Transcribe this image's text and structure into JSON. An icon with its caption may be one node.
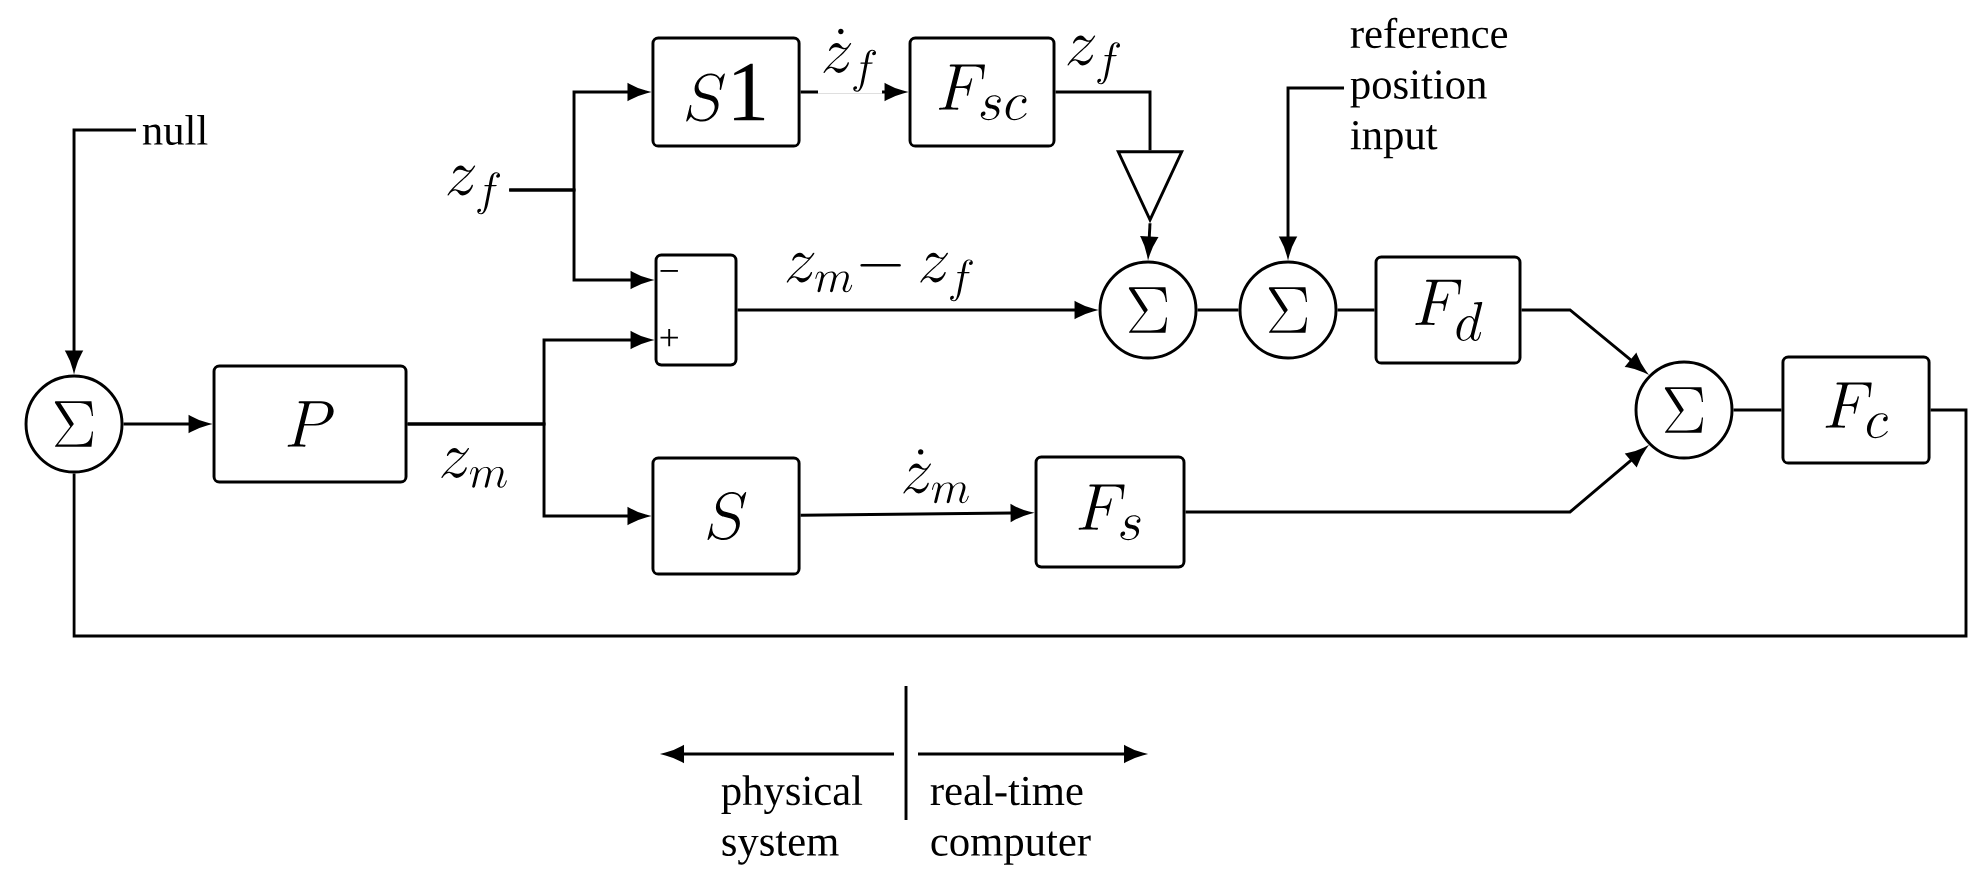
{
  "diagram": {
    "nodes": [
      {
        "text": [
          "\\Sigma"
        ]
      },
      {
        "text": [
          "null"
        ]
      },
      {
        "text": [
          "P"
        ]
      },
      {
        "text": [
          "z_f"
        ]
      },
      {
        "text": [
          "S\\mathrm{1}"
        ]
      },
      {
        "text": [
          "−",
          "+"
        ]
      },
      {
        "text": [
          "F_{sc}"
        ]
      },
      {
        "text": [],
        "shape": "triangle"
      },
      {
        "text": [
          "\\Sigma"
        ]
      },
      {
        "text": [
          "\\Sigma"
        ]
      },
      {
        "text": [
          "reference position input"
        ]
      },
      {
        "text": [
          "F_d"
        ]
      },
      {
        "text": [
          "\\Sigma"
        ]
      },
      {
        "text": [
          "F_c"
        ]
      },
      {
        "text": [
          "S"
        ]
      },
      {
        "text": [
          "F_s"
        ]
      }
    ],
    "edges": [
      {
        "from": 1,
        "to": 0,
        "arrow": "to"
      },
      {
        "from": 0,
        "to": 2,
        "arrow": "to"
      },
      {
        "from": 2,
        "to": 5,
        "arrow": "to",
        "label": "z_m"
      },
      {
        "from": 2,
        "to": 14,
        "arrow": "to"
      },
      {
        "from": 3,
        "to": 4,
        "arrow": "to"
      },
      {
        "from": 3,
        "to": 5,
        "arrow": "to"
      },
      {
        "from": 4,
        "to": 6,
        "arrow": "to",
        "label": "\\dot{z}_f"
      },
      {
        "from": 6,
        "to": 7,
        "arrow": "none",
        "label": "z_f"
      },
      {
        "from": 7,
        "to": 8,
        "arrow": "to"
      },
      {
        "from": 5,
        "to": 8,
        "arrow": "to",
        "label": "z_m{-}\\,z_f"
      },
      {
        "from": 8,
        "to": 9,
        "arrow": "none"
      },
      {
        "from": 10,
        "to": 9,
        "arrow": "to"
      },
      {
        "from": 9,
        "to": 11,
        "arrow": "none"
      },
      {
        "from": 11,
        "to": 12,
        "arrow": "to"
      },
      {
        "from": 14,
        "to": 15,
        "arrow": "to",
        "label": "\\dot{z}_m"
      },
      {
        "from": 15,
        "to": 12,
        "arrow": "to"
      },
      {
        "from": 12,
        "to": 13,
        "arrow": "none"
      },
      {
        "from": 13,
        "to": 0,
        "arrow": "none"
      }
    ],
    "labels": [
      "physical system",
      "real-time computer"
    ]
  }
}
